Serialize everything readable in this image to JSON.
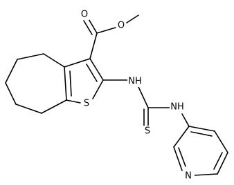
{
  "molecule": {
    "atom_labels": {
      "carbonyl_oxygen": "O",
      "ester_oxygen": "O",
      "ring_sulfur": "S",
      "thioamide_sulfur": "S",
      "amine_nh_left": "NH",
      "amine_nh_right": "NH",
      "pyridine_nitrogen": "N"
    }
  }
}
